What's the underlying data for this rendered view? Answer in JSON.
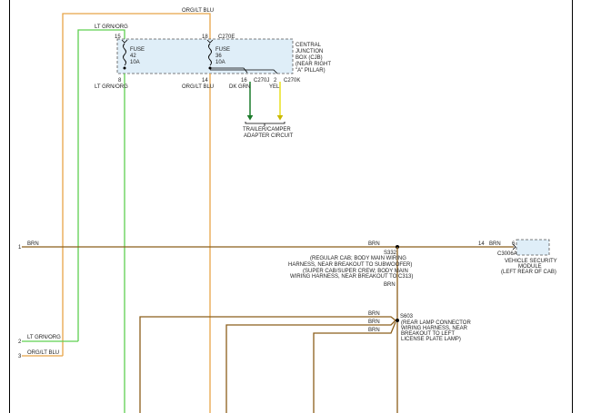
{
  "colors": {
    "brn": "#8b5e1a",
    "lt_grn": "#5fd050",
    "org": "#e8a447",
    "dk_grn": "#1b7a2a",
    "yel": "#e8e020",
    "cjb_fill": "#dfeef8",
    "frame": "#000000"
  },
  "top_labels": {
    "org_lt_blu": "ORG/LT BLU",
    "lt_grn_org": "LT GRN/ORG"
  },
  "cjb": {
    "pin_left": "15",
    "pin_right": "18",
    "connector": "C270E",
    "fuse1_label": "FUSE",
    "fuse1_number": "42",
    "fuse1_amps": "10A",
    "fuse2_label": "FUSE",
    "fuse2_number": "36",
    "fuse2_amps": "10A",
    "desc_line1": "CENTRAL",
    "desc_line2": "JUNCTION",
    "desc_line3": "BOX (CJB)",
    "desc_line4": "(NEAR RIGHT",
    "desc_line5": "\"A\" PILLAR)",
    "bottom_pin_left": "8",
    "bottom_pin_mid": "14",
    "bottom_pin_dk": "16",
    "bottom_pin_yel": "2",
    "connector_j": "C270J",
    "connector_k": "C270K"
  },
  "wire_labels": {
    "left_wire": "LT GRN/ORG",
    "mid_wire": "ORG/LT BLU",
    "dk_grn": "DK GRN",
    "yel": "YEL"
  },
  "trailer": {
    "line1": "TRAILER/CAMPER",
    "line2": "ADAPTER CIRCUIT"
  },
  "brn_circuit": {
    "pin_left": "1",
    "wire_left": "BRN",
    "wire_mid": "BRN",
    "splice": "S332",
    "pin_vsm_wire": "14",
    "wire_vsm": "BRN",
    "vsm_pin": "6",
    "vsm_connector": "C3006A",
    "vsm_line1": "VEHICLE SECURITY",
    "vsm_line2": "MODULE",
    "vsm_line3": "(LEFT REAR OF CAB)",
    "s332_note1": "(REGULAR CAB; BODY MAIN WIRING",
    "s332_note2": "HARNESS, NEAR BREAKOUT TO SUBWOOFER)",
    "s332_note3": "(SUPER CAB/SUPER CREW; BODY MAIN",
    "s332_note4": "WIRING HARNESS, NEAR BREAKOUT TO C313)",
    "wire_below": "BRN"
  },
  "s603": {
    "splice": "S603",
    "wire1": "BRN",
    "wire2": "BRN",
    "wire3": "BRN",
    "note1": "(REAR LAMP CONNECTOR",
    "note2": "WIRING HARNESS, NEAR",
    "note3": "BREAKOUT TO LEFT",
    "note4": "LICENSE PLATE LAMP)"
  },
  "left_pins": {
    "pin2": "2",
    "pin2_wire": "LT GRN/ORG",
    "pin3": "3",
    "pin3_wire": "ORG/LT BLU"
  }
}
